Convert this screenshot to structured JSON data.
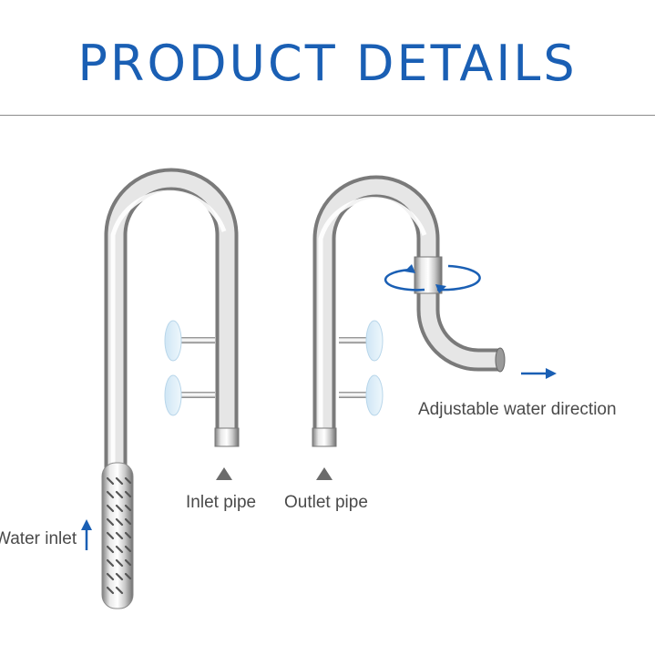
{
  "header": {
    "title": "PRODUCT DETAILS"
  },
  "labels": {
    "inlet_pipe": "Inlet pipe",
    "outlet_pipe": "Outlet pipe",
    "adjustable": "Adjustable water direction",
    "water_inlet": "Water inlet"
  },
  "colors": {
    "accent": "#1a5fb4",
    "text": "#4a4a4a",
    "marker": "#6b6b6b"
  },
  "icons": [
    "up-arrow-icon",
    "right-arrow-icon",
    "rotate-arrows-icon",
    "triangle-marker-icon"
  ]
}
